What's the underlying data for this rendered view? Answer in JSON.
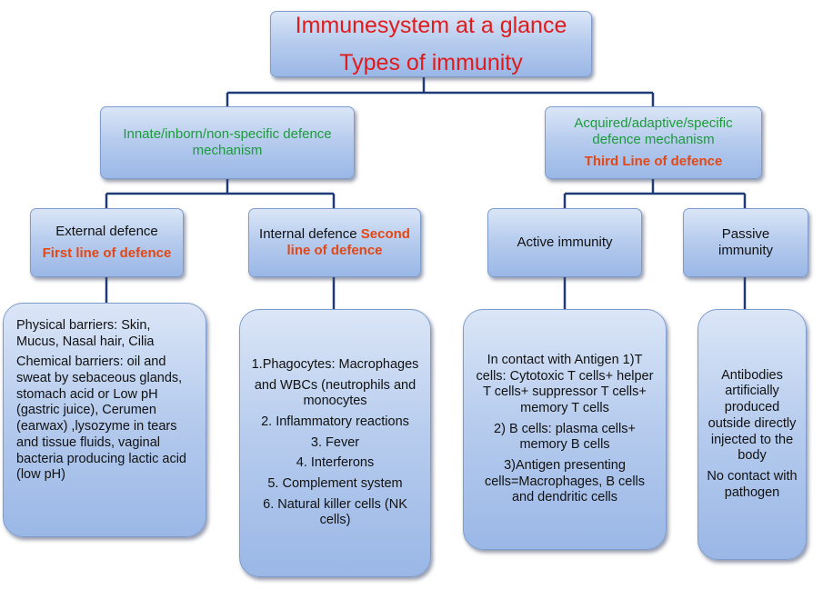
{
  "root": {
    "line1": "Immunesystem at a glance",
    "line2": "Types of immunity"
  },
  "innate": {
    "title": "Innate/inborn/non-specific defence mechanism"
  },
  "acquired": {
    "title": "Acquired/adaptive/specific defence mechanism",
    "line": "Third Line of defence"
  },
  "external": {
    "title": "External defence",
    "line": "First line of defence"
  },
  "internal": {
    "title": "Internal defence",
    "line": "Second line of defence"
  },
  "active": {
    "title": "Active immunity"
  },
  "passive": {
    "title": "Passive immunity"
  },
  "external_details": {
    "p1": "Physical  barriers: Skin, Mucus, Nasal hair, Cilia",
    "p2": "Chemical barriers: oil and sweat by sebaceous glands, stomach acid or Low pH (gastric juice), Cerumen (earwax) ,lysozyme in tears and tissue fluids, vaginal bacteria producing lactic acid (low pH)"
  },
  "internal_details": {
    "items": [
      "1.Phagocytes: Macrophages",
      "and WBCs (neutrophils and monocytes",
      "2. Inflammatory reactions",
      "3. Fever",
      "4. Interferons",
      "5. Complement system",
      "6. Natural killer cells (NK cells)"
    ]
  },
  "active_details": {
    "items": [
      "In contact with Antigen 1)T cells: Cytotoxic T cells+ helper T cells+ suppressor T cells+ memory T cells",
      "2) B cells: plasma cells+ memory B cells",
      "3)Antigen presenting cells=Macrophages, B cells and dendritic cells"
    ]
  },
  "passive_details": {
    "items": [
      "Antibodies artificially produced outside directly injected to the body",
      "No contact with pathogen"
    ]
  },
  "colors": {
    "title": "#e01b1b",
    "header": "#1c9a3c",
    "highlight": "#e24716",
    "connector": "#1f3b77"
  }
}
